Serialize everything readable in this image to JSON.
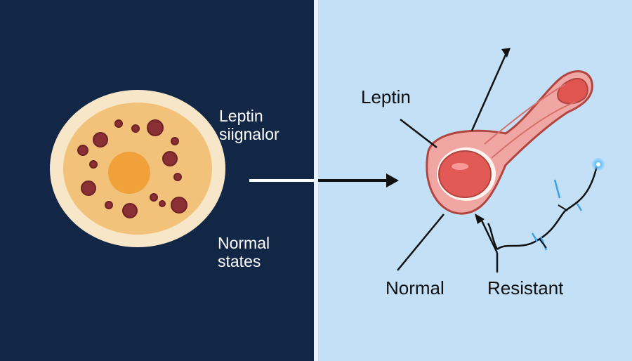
{
  "left_panel": {
    "label_top_line1": "Leptin",
    "label_top_line2": "siignalor",
    "label_bottom_line1": "Normal",
    "label_bottom_line2": "states"
  },
  "right_panel": {
    "label_leptin": "Leptin",
    "label_normal": "Normal",
    "label_resistant": "Resistant"
  },
  "colors": {
    "left_background": "#122746",
    "right_background": "#c3e0f7",
    "cell_fill": "#f2c27a",
    "nucleus": "#f0a13a",
    "granules": "#8a2f34",
    "neuron": "#f0a7a4",
    "nerve_accent": "#3aa0e8"
  }
}
